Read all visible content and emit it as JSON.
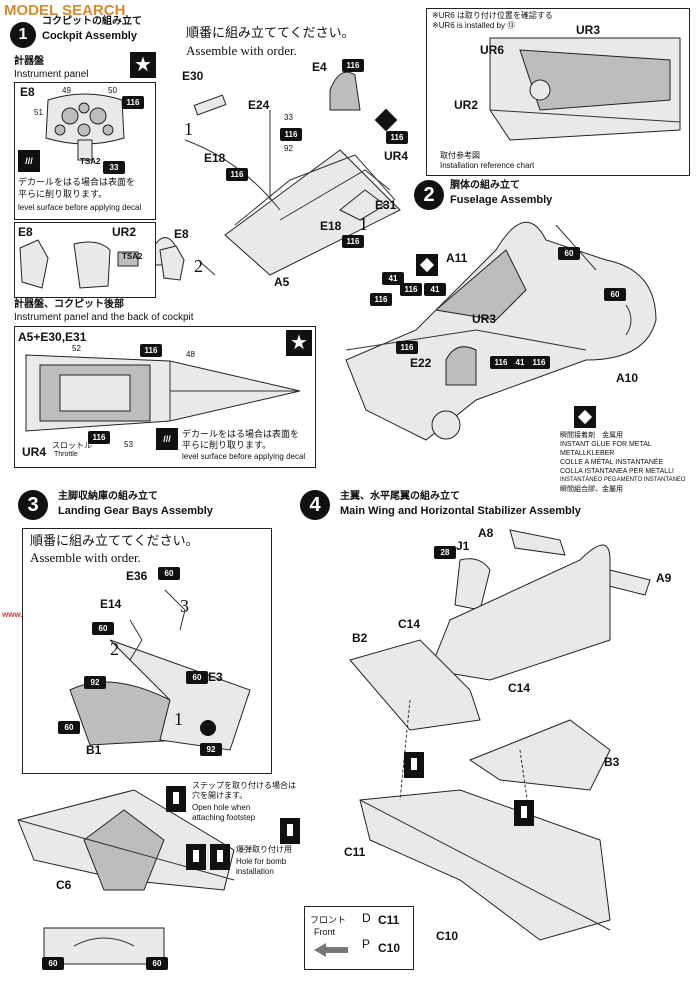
{
  "watermark": {
    "brand": "MODEL SEARCH",
    "domain": "www.hobbyhub.com"
  },
  "step1": {
    "title_jp": "コクピットの組み立て",
    "title_en": "Cockpit Assembly",
    "order_jp": "順番に組み立ててください。",
    "order_en": "Assemble with order.",
    "instrument_panel_jp": "計器盤",
    "instrument_panel_en": "Instrument panel",
    "decal_jp_1": "デカールをはる場合は表面を",
    "decal_jp_2": "平らに削り取ります。",
    "decal_en": "level surface before applying decal",
    "back_jp": "計器盤、コクピット後部",
    "back_en": "Instrument panel and the back of cockpit",
    "a5_label": "A5+E30,E31",
    "throttle_jp": "スロットル",
    "throttle_en": "Throttle",
    "parts": {
      "e8": "E8",
      "e30": "E30",
      "e4": "E4",
      "e24": "E24",
      "e18": "E18",
      "e31": "E31",
      "a5": "A5",
      "ur4": "UR4",
      "ur2": "UR2",
      "tsa2": "TSA2"
    },
    "colors": {
      "c116": "116",
      "c33": "33",
      "c92": "92",
      "c49": "49",
      "c50": "50",
      "c51": "51",
      "c52": "52",
      "c48": "48",
      "c53": "53"
    },
    "order_nums": {
      "n1": "1",
      "n2": "2"
    }
  },
  "ref_chart": {
    "note_jp": "※UR6 は取り付け位置を確認する",
    "note_en": "※UR6 is installed by ⑬",
    "title_jp": "取付参考図",
    "title_en": "Installation reference chart",
    "ur6": "UR6",
    "ur3": "UR3",
    "ur2": "UR2"
  },
  "step2": {
    "num": "2",
    "title_jp": "胴体の組み立て",
    "title_en": "Fuselage Assembly",
    "parts": {
      "a11": "A11",
      "ur3": "UR3",
      "e22": "E22",
      "a10": "A10"
    },
    "colors": {
      "c60": "60",
      "c41": "41",
      "c116": "116"
    },
    "glue": [
      "瞬間接着剤　金属用",
      "INSTANT GLUE FOR METAL",
      "METALLKLEBER",
      "COLLE A MÉTAL INSTANTANÉE",
      "COLLA ISTANTANEA PER METALLI",
      "INSTANTÁNEO PEGAMENTO INSTANTANEO",
      "瞬間組合膠、金屬用"
    ]
  },
  "step3": {
    "num": "3",
    "title_jp": "主脚収納庫の組み立て",
    "title_en": "Landing Gear Bays Assembly",
    "order_jp": "順番に組み立ててください。",
    "order_en": "Assemble with order.",
    "parts": {
      "e36": "E36",
      "e14": "E14",
      "e3": "E3",
      "b1": "B1",
      "c6": "C6"
    },
    "colors": {
      "c60": "60",
      "c92": "92"
    },
    "order_nums": {
      "n1": "1",
      "n2": "2",
      "n3": "3"
    },
    "footstep_jp_1": "ステップを取り付ける場合は",
    "footstep_jp_2": "穴を開けます。",
    "footstep_en_1": "Open hole when",
    "footstep_en_2": "attaching footstep",
    "bomb_jp": "爆弾取り付け用",
    "bomb_en_1": "Hole for bomb",
    "bomb_en_2": "installation"
  },
  "step4": {
    "num": "4",
    "title_jp": "主翼、水平尾翼の組み立て",
    "title_en": "Main Wing and  Horizontal Stabilizer Assembly",
    "parts": {
      "a8": "A8",
      "a9": "A9",
      "j1": "J1",
      "c14": "C14",
      "b2": "B2",
      "b3": "B3",
      "c11": "C11",
      "c10": "C10"
    },
    "colors": {
      "c28": "28"
    },
    "front_jp": "フロント",
    "front_en": "Front"
  }
}
